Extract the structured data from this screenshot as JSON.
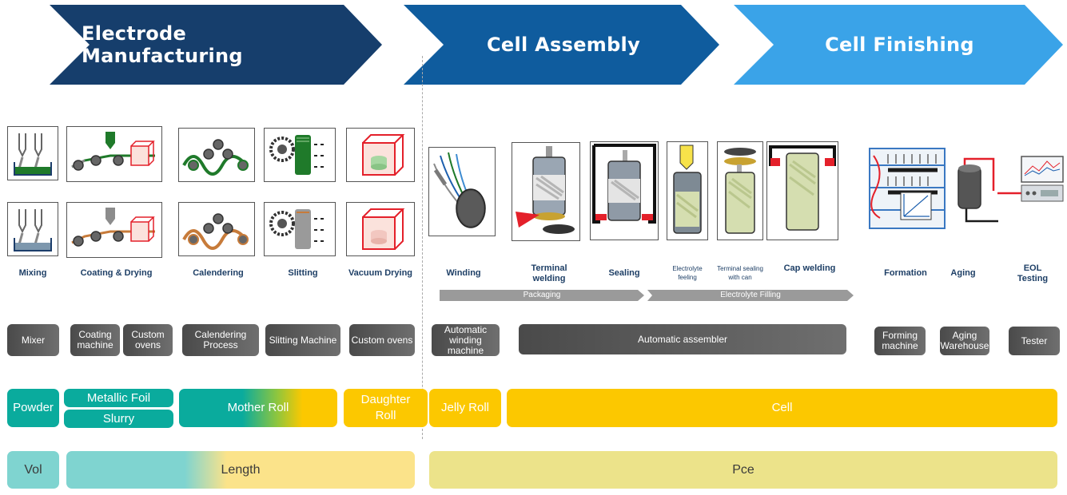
{
  "phases": [
    {
      "title": "Electrode Manufacturing",
      "color": "#163e6c"
    },
    {
      "title": "Cell Assembly",
      "color": "#0f5c9e"
    },
    {
      "title": "Cell Finishing",
      "color": "#3aa3e8"
    }
  ],
  "steps": [
    {
      "label": "Mixing"
    },
    {
      "label": "Coating & Drying"
    },
    {
      "label": "Calendering"
    },
    {
      "label": "Slitting"
    },
    {
      "label": "Vacuum Drying"
    },
    {
      "label": "Winding"
    },
    {
      "label": "Terminal welding"
    },
    {
      "label": "Sealing"
    },
    {
      "label": "Electrolyte feeling"
    },
    {
      "label": "Terminal sealing with can"
    },
    {
      "label": "Cap welding"
    },
    {
      "label": "Formation"
    },
    {
      "label": "Aging"
    },
    {
      "label": "EOL Testing"
    }
  ],
  "process_bars": [
    "Packaging",
    "Electrolyte Filling"
  ],
  "equipment": [
    "Mixer",
    "Coating machine",
    "Custom ovens",
    "Calendering Process",
    "Slitting Machine",
    "Custom ovens",
    "Automatic winding machine",
    "Automatic assembler",
    "Forming machine",
    "Aging Warehouse",
    "Tester"
  ],
  "materials": [
    "Powder",
    "Metallic Foil",
    "Slurry",
    "Mother Roll",
    "Daughter Roll",
    "Jelly Roll",
    "Cell"
  ],
  "units": [
    "Vol",
    "Length",
    "Pce"
  ],
  "colors": {
    "teal": "#0aab9d",
    "yellow": "#fcc800",
    "step_label": "#1e3f66",
    "equipment": "#595959"
  }
}
